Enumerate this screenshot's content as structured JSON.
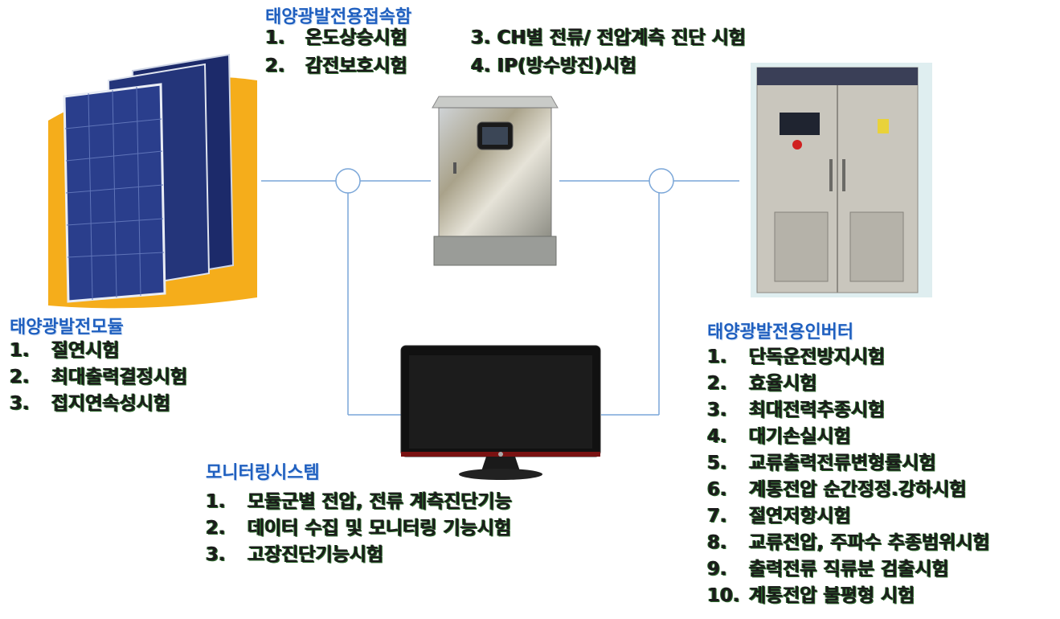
{
  "junction_box": {
    "title": "태양광발전용접속함",
    "items": [
      {
        "num": "1.",
        "label": "온도상승시험"
      },
      {
        "num": "2.",
        "label": "감전보호시험"
      },
      {
        "num": "3.",
        "label": "CH별 전류/ 전압계측 진단 시험"
      },
      {
        "num": "4.",
        "label": "IP(방수방진)시험"
      }
    ]
  },
  "module": {
    "title": "태양광발전모듈",
    "items": [
      {
        "num": "1.",
        "label": "절연시험"
      },
      {
        "num": "2.",
        "label": "최대출력결정시험"
      },
      {
        "num": "3.",
        "label": "접지연속성시험"
      }
    ]
  },
  "monitoring": {
    "title": "모니터링시스템",
    "items": [
      {
        "num": "1.",
        "label": "모듈군별 전압, 전류 계측진단기능"
      },
      {
        "num": "2.",
        "label": "데이터 수집 및 모니터링 기능시험"
      },
      {
        "num": "3.",
        "label": "고장진단기능시험"
      }
    ]
  },
  "inverter": {
    "title": "태양광발전용인버터",
    "items": [
      {
        "num": "1.",
        "label": "단독운전방지시험"
      },
      {
        "num": "2.",
        "label": "효율시험"
      },
      {
        "num": "3.",
        "label": "최대전력추종시험"
      },
      {
        "num": "4.",
        "label": "대기손실시험"
      },
      {
        "num": "5.",
        "label": "교류출력전류변형률시험"
      },
      {
        "num": "6.",
        "label": "계통전압 순간정정.강하시험"
      },
      {
        "num": "7.",
        "label": "절연저항시험"
      },
      {
        "num": "8.",
        "label": "교류전압, 주파수 추종범위시험"
      },
      {
        "num": "9.",
        "label": "출력전류 직류분 검출시험"
      },
      {
        "num": "10.",
        "label": "계통전압 불평형 시험"
      }
    ]
  },
  "colors": {
    "title": "#1f5fbf",
    "connector": "#7aa6d8",
    "panel_bg": "#f5ad1b",
    "panel_cell": "#2a3e8c"
  }
}
